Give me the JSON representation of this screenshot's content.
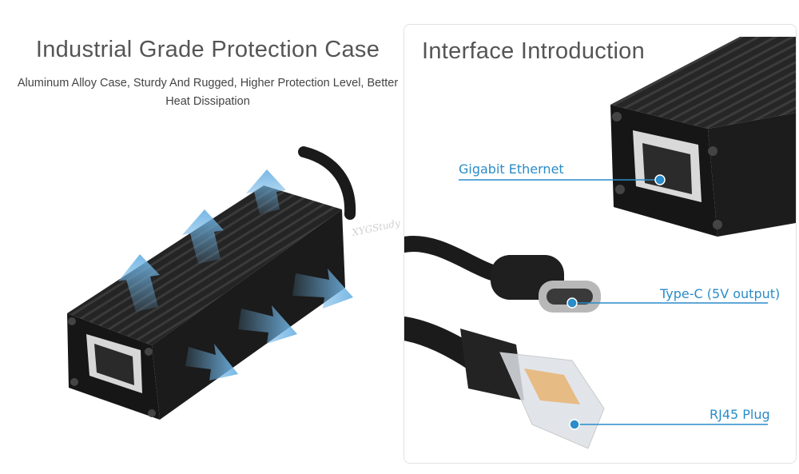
{
  "left": {
    "title": "Industrial Grade Protection Case",
    "subtitle": "Aluminum Alloy Case, Sturdy And Rugged, Higher Protection Level, Better Heat Dissipation",
    "watermark": "XYGStudy"
  },
  "right": {
    "title": "Interface Introduction",
    "callouts": [
      {
        "label": "Gigabit Ethernet"
      },
      {
        "label": "Type-C (5V output)"
      },
      {
        "label": "RJ45 Plug"
      }
    ]
  },
  "colors": {
    "accent": "#2a8cc8",
    "heading": "#555555",
    "arrow": "#6fb4e4",
    "case": "#1e1e1e"
  }
}
